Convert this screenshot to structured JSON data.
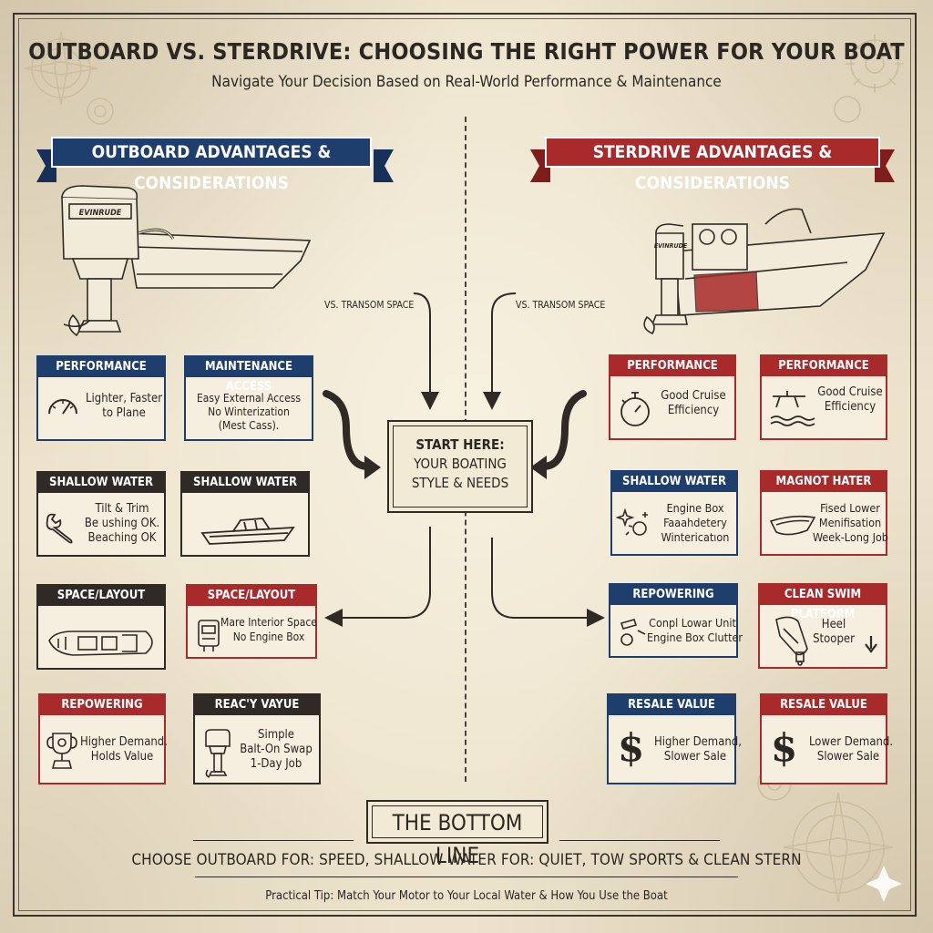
{
  "header": {
    "title": "OUTBOARD VS. STERDRIVE: CHOOSING THE RIGHT POWER FOR YOUR BOAT",
    "subtitle": "Navigate Your Decision Based on Real-World Performance & Maintenance"
  },
  "left_banner": "OUTBOARD ADVANTAGES & CONSIDERATIONS",
  "right_banner": "STERDRIVE ADVANTAGES & CONSIDERATIONS",
  "outboard_brand": "EVINRUDE",
  "vs_label_left": "VS. TRANSOM SPACE",
  "vs_label_right": "VS. TRANSOM SPACE",
  "center": {
    "line1": "START HERE:",
    "line2": "YOUR BOATING",
    "line3": "STYLE & NEEDS"
  },
  "left_cards": [
    {
      "title": "PERFORMANCE",
      "lines": [
        "Lighter, Faster",
        "to Plane"
      ],
      "icon": "speedometer-icon"
    },
    {
      "title": "MAINTENANCE ACCESS",
      "lines": [
        "Easy External Access",
        "No Winterization",
        "(Mest Cass)."
      ],
      "icon": ""
    },
    {
      "title": "SHALLOW WATER",
      "lines": [
        "Tilt & Trim",
        "Be ushing OK.",
        "Beaching OK"
      ],
      "icon": "wrench-icon"
    },
    {
      "title": "SHALLOW WATER",
      "lines": [],
      "icon": "speedboat-icon"
    },
    {
      "title": "SPACE/LAYOUT",
      "lines": [],
      "icon": "boat-layout-icon"
    },
    {
      "title": "SPACE/LAYOUT",
      "lines": [
        "Mare Interior Space",
        "No Engine Box"
      ],
      "icon": "engine-block-icon"
    },
    {
      "title": "REPOWERING",
      "lines": [
        "Higher Demand.",
        "Holds Value"
      ],
      "icon": "trophy-icon"
    },
    {
      "title": "REAC'Y VAYUE",
      "lines": [
        "Simple",
        "Balt-On Swap",
        "1-Day Job"
      ],
      "icon": "outboard-motor-icon"
    }
  ],
  "right_cards": [
    {
      "title": "PERFORMANCE",
      "lines": [
        "Good Cruise",
        "Efficiency"
      ],
      "icon": "stopwatch-icon"
    },
    {
      "title": "PERFORMANCE",
      "lines": [
        "Good Cruise",
        "Efficiency"
      ],
      "icon": "tow-bar-icon"
    },
    {
      "title": "SHALLOW WATER",
      "lines": [
        "Engine Box",
        "Faaahdetery",
        "Wintericatıon"
      ],
      "icon": "sparkle-icon"
    },
    {
      "title": "MAGNOT HATER",
      "lines": [
        "Fised Lower",
        "Menifisation",
        "Week-Long Job"
      ],
      "icon": "hull-icon"
    },
    {
      "title": "REPOWERING",
      "lines": [
        "Conpl Lowar Unit",
        "Engine Box Clutter"
      ],
      "icon": "tools-icon"
    },
    {
      "title": "CLEAN SWIM PLATFORM",
      "lines": [
        "Heel",
        "Stooper"
      ],
      "icon": "boat-top-icon"
    },
    {
      "title": "RESALE VALUE",
      "lines": [
        "Higher Demand,",
        "Slower Sale"
      ],
      "icon": "dollar-icon"
    },
    {
      "title": "RESALE VALUE",
      "lines": [
        "Lower Demand.",
        "Slower Sale"
      ],
      "icon": "dollar-icon"
    }
  ],
  "bottom": {
    "heading": "THE BOTTOM LINE",
    "choose": "CHOOSE OUTBOARD FOR: SPEED, SHALLOW WATER FOR: QUIET, TOW SPORTS & CLEAN STERN",
    "tip": "Practical Tip: Match Your Motor to Your Local Water & How You Use the Boat"
  },
  "colors": {
    "blue": "#1e3e6e",
    "red": "#a92a2a",
    "ink": "#2f2a25",
    "paper": "#ede3cc"
  }
}
